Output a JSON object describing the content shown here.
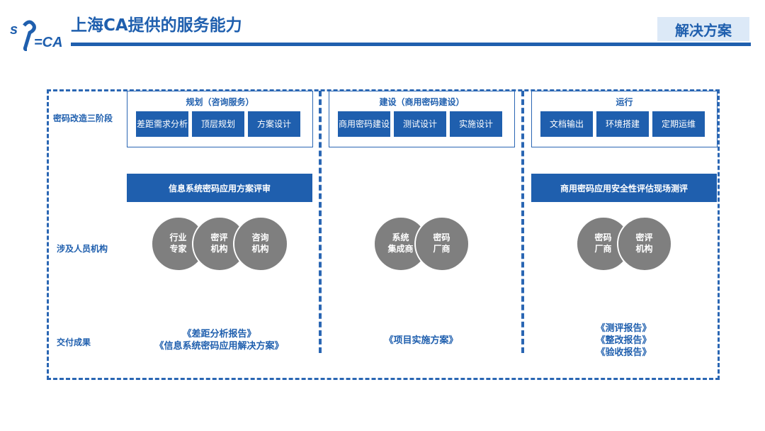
{
  "header": {
    "title": "上海CA提供的服务能力",
    "tag": "解决方案",
    "logo_text": "SHECA"
  },
  "row_labels": [
    "密码改造三阶段",
    "涉及人员机构",
    "交付成果"
  ],
  "columns": [
    {
      "title": "规划（咨询服务）",
      "steps": [
        "差距需求分析",
        "顶层规划",
        "方案设计"
      ],
      "bar": "信息系统密码应用方案评审",
      "people": [
        "行业\n专家",
        "密评\n机构",
        "咨询\n机构"
      ],
      "deliverables": [
        "《差距分析报告》",
        "《信息系统密码应用解决方案》"
      ]
    },
    {
      "title": "建设（商用密码建设）",
      "steps": [
        "商用密码建设",
        "测试设计",
        "实施设计"
      ],
      "bar": "",
      "people": [
        "系统\n集成商",
        "密码\n厂商"
      ],
      "deliverables": [
        "《项目实施方案》"
      ]
    },
    {
      "title": "运行",
      "steps": [
        "文档输出",
        "环境搭建",
        "定期运维"
      ],
      "bar": "商用密码应用安全性评估现场测评",
      "people": [
        "密码\n厂商",
        "密评\n机构"
      ],
      "deliverables": [
        "《测评报告》",
        "《整改报告》",
        "《验收报告》"
      ]
    }
  ]
}
